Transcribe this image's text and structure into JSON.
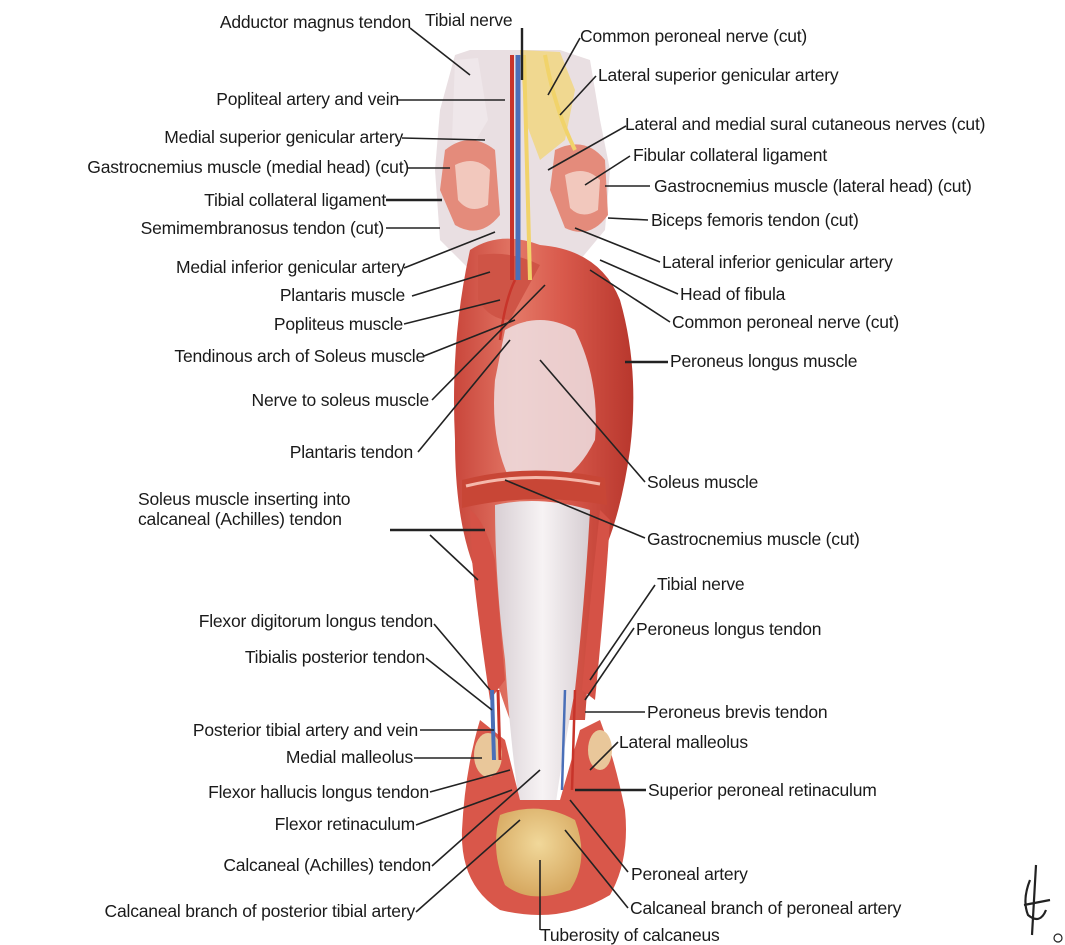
{
  "labels_left": [
    {
      "id": "adductor_magnus_tendon",
      "text": "Adductor magnus tendon"
    },
    {
      "id": "popliteal_artery_vein",
      "text": "Popliteal artery and vein"
    },
    {
      "id": "medial_superior_genicular_artery",
      "text": "Medial superior genicular artery"
    },
    {
      "id": "gastrocnemius_medial_head",
      "text": "Gastrocnemius muscle (medial head) (cut)"
    },
    {
      "id": "tibial_collateral_ligament",
      "text": "Tibial collateral ligament"
    },
    {
      "id": "semimembranosus_tendon",
      "text": "Semimembranosus tendon (cut)"
    },
    {
      "id": "medial_inferior_genicular_artery",
      "text": "Medial inferior genicular artery"
    },
    {
      "id": "plantaris_muscle",
      "text": "Plantaris muscle"
    },
    {
      "id": "popliteus_muscle",
      "text": "Popliteus muscle"
    },
    {
      "id": "tendinous_arch_soleus",
      "text": "Tendinous arch of Soleus muscle"
    },
    {
      "id": "nerve_to_soleus",
      "text": "Nerve to soleus muscle"
    },
    {
      "id": "plantaris_tendon",
      "text": "Plantaris tendon"
    },
    {
      "id": "soleus_inserting",
      "text": "Soleus muscle inserting into",
      "text2": "calcaneal (Achilles) tendon"
    },
    {
      "id": "flexor_digitorum_longus_tendon",
      "text": "Flexor digitorum longus tendon"
    },
    {
      "id": "tibialis_posterior_tendon",
      "text": "Tibialis posterior tendon"
    },
    {
      "id": "posterior_tibial_artery_vein",
      "text": "Posterior tibial artery and vein"
    },
    {
      "id": "medial_malleolus",
      "text": "Medial malleolus"
    },
    {
      "id": "flexor_hallucis_longus_tendon",
      "text": "Flexor hallucis longus tendon"
    },
    {
      "id": "flexor_retinaculum",
      "text": "Flexor retinaculum"
    },
    {
      "id": "calcaneal_tendon",
      "text": "Calcaneal (Achilles) tendon"
    },
    {
      "id": "calcaneal_branch_posterior_tibial",
      "text": "Calcaneal branch of posterior tibial artery"
    }
  ],
  "labels_top": [
    {
      "id": "tibial_nerve_top",
      "text": "Tibial nerve"
    }
  ],
  "labels_right": [
    {
      "id": "common_peroneal_nerve_top",
      "text": "Common peroneal nerve (cut)"
    },
    {
      "id": "lateral_superior_genicular_artery",
      "text": "Lateral superior genicular artery"
    },
    {
      "id": "sural_cutaneous_nerves",
      "text": "Lateral and medial sural cutaneous nerves (cut)"
    },
    {
      "id": "fibular_collateral_ligament",
      "text": "Fibular collateral ligament"
    },
    {
      "id": "gastrocnemius_lateral_head",
      "text": "Gastrocnemius muscle (lateral head) (cut)"
    },
    {
      "id": "biceps_femoris_tendon",
      "text": "Biceps femoris tendon (cut)"
    },
    {
      "id": "lateral_inferior_genicular_artery",
      "text": "Lateral inferior genicular artery"
    },
    {
      "id": "head_of_fibula",
      "text": "Head of fibula"
    },
    {
      "id": "common_peroneal_nerve_lower",
      "text": "Common peroneal nerve (cut)"
    },
    {
      "id": "peroneus_longus_muscle",
      "text": "Peroneus longus muscle"
    },
    {
      "id": "soleus_muscle",
      "text": "Soleus muscle"
    },
    {
      "id": "gastrocnemius_cut",
      "text": "Gastrocnemius muscle (cut)"
    },
    {
      "id": "tibial_nerve_lower",
      "text": "Tibial nerve"
    },
    {
      "id": "peroneus_longus_tendon",
      "text": "Peroneus longus tendon"
    },
    {
      "id": "peroneus_brevis_tendon",
      "text": "Peroneus brevis tendon"
    },
    {
      "id": "lateral_malleolus",
      "text": "Lateral malleolus"
    },
    {
      "id": "superior_peroneal_retinaculum",
      "text": "Superior peroneal retinaculum"
    },
    {
      "id": "peroneal_artery",
      "text": "Peroneal artery"
    },
    {
      "id": "calcaneal_branch_peroneal",
      "text": "Calcaneal branch of peroneal artery"
    }
  ],
  "labels_bottom": [
    {
      "id": "tuberosity_calcaneus",
      "text": "Tuberosity of calcaneus"
    }
  ],
  "colors": {
    "muscle": "#d9574a",
    "muscle_light": "#e88a7c",
    "tendon": "#ece6e6",
    "artery": "#c8342a",
    "vein": "#4a6fb8",
    "nerve": "#f1d36a",
    "bone": "#e8c98c"
  }
}
